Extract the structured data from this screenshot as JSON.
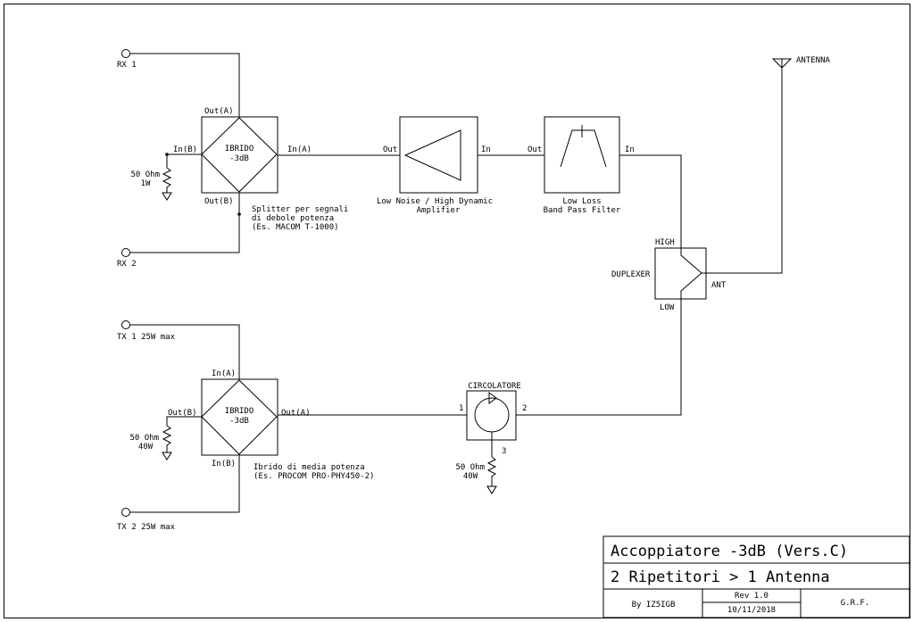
{
  "ports": {
    "rx1": "RX 1",
    "rx2": "RX 2",
    "tx1": "TX 1 25W max",
    "tx2": "TX 2 25W max",
    "antenna": "ANTENNA"
  },
  "hybrid_rx": {
    "name1": "IBRIDO",
    "name2": "-3dB",
    "out_a": "Out(A)",
    "out_b": "Out(B)",
    "in_b": "In(B)",
    "in_a": "In(A)",
    "load1": "50 Ohm",
    "load2": "1W",
    "note1": "Splitter per segnali",
    "note2": "di debole potenza",
    "note3": "(Es. MACOM T-1000)"
  },
  "amplifier": {
    "out": "Out",
    "in": "In",
    "label1": "Low Noise / High Dynamic",
    "label2": "Amplifier"
  },
  "filter": {
    "out": "Out",
    "in": "In",
    "label1": "Low Loss",
    "label2": "Band Pass Filter"
  },
  "duplexer": {
    "name": "DUPLEXER",
    "high": "HIGH",
    "low": "LOW",
    "ant": "ANT"
  },
  "hybrid_tx": {
    "name1": "IBRIDO",
    "name2": "-3dB",
    "in_a": "In(A)",
    "in_b": "In(B)",
    "out_b": "Out(B)",
    "out_a": "Out(A)",
    "load1": "50 Ohm",
    "load2": "40W",
    "note1": "Ibrido di media potenza",
    "note2": "(Es. PROCOM PRO-PHY450-2)"
  },
  "circulator": {
    "name": "CIRCOLATORE",
    "p1": "1",
    "p2": "2",
    "p3": "3",
    "load1": "50 Ohm",
    "load2": "40W"
  },
  "title_block": {
    "title1": "Accoppiatore -3dB (Vers.C)",
    "title2": "2 Ripetitori > 1 Antenna",
    "author": "By IZ5IGB",
    "rev": "Rev 1.0",
    "date": "10/11/2018",
    "org": "G.R.F."
  }
}
